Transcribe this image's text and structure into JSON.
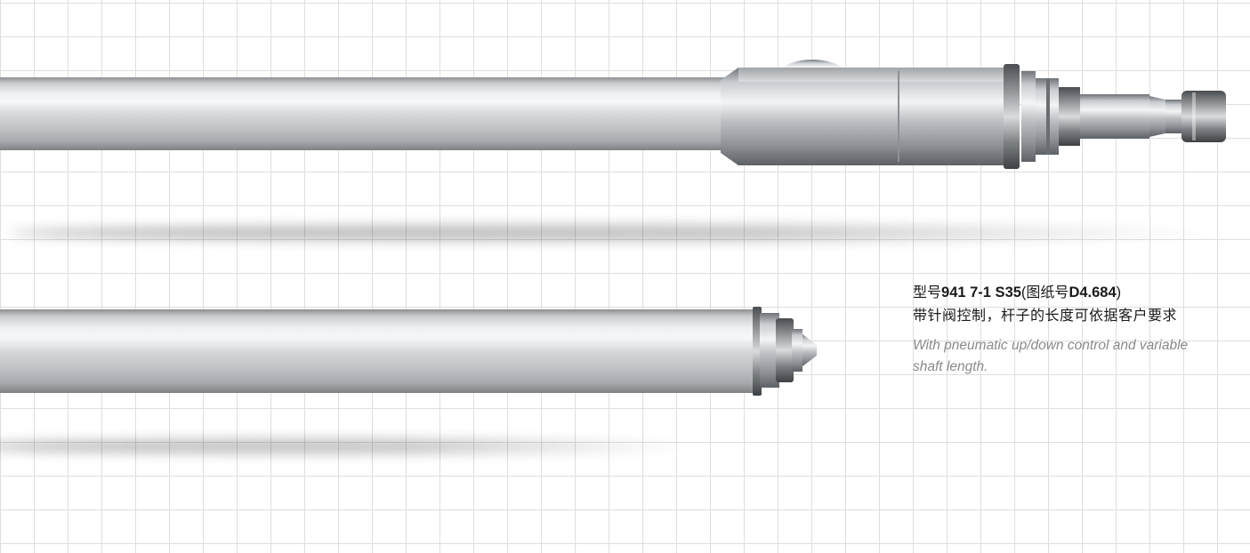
{
  "product": {
    "title": {
      "prefix": "型号",
      "model": "941 7-1 S35",
      "paren_open": "(",
      "drawing_label": "图纸号",
      "drawing_no": "D4.684",
      "paren_close": ")"
    },
    "description_cn": "带针阀控制，杆子的长度可依据客户要求",
    "description_en": "With pneumatic up/down control and variable shaft length."
  },
  "colors": {
    "grid": "#dedede",
    "text": "#1a1a1a",
    "text_muted": "#8a8a8a",
    "background": "#ffffff"
  }
}
